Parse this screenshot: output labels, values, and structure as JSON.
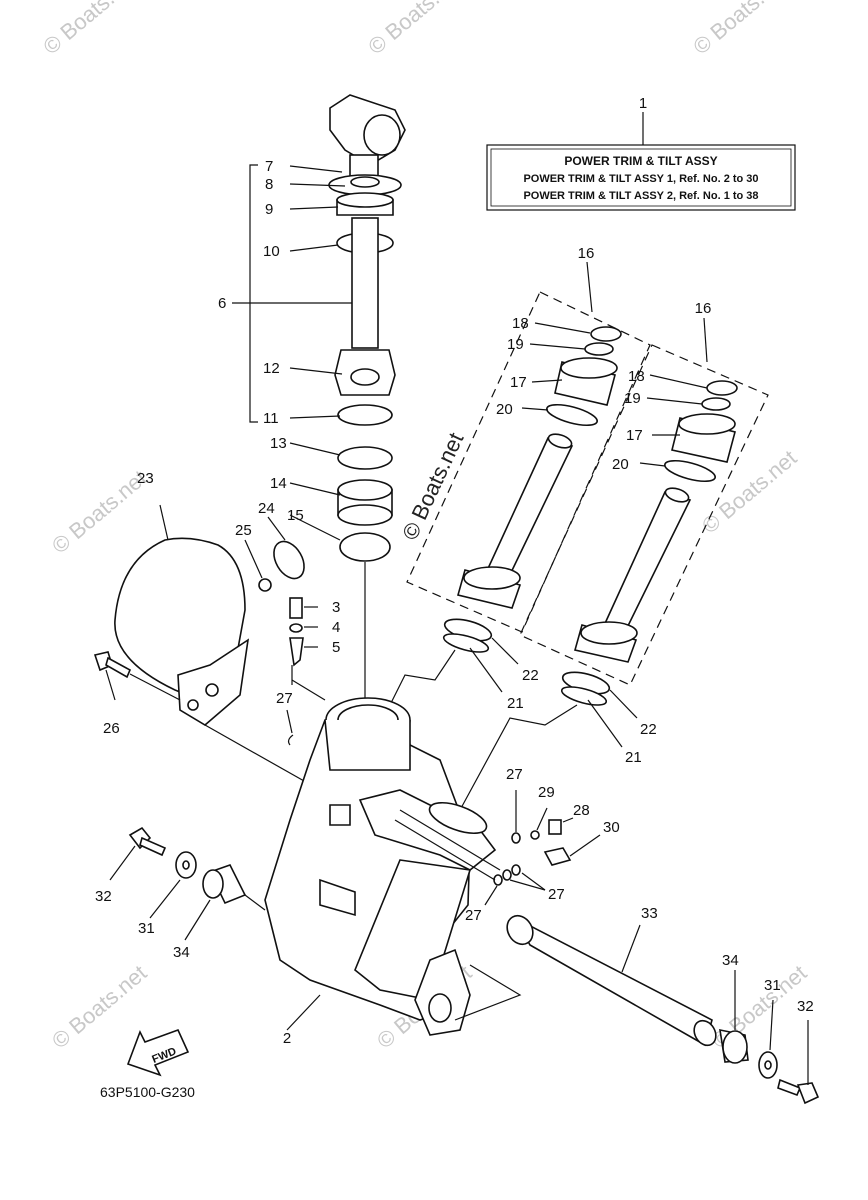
{
  "legend": {
    "ref": "1",
    "title": "POWER TRIM & TILT ASSY",
    "rows": [
      "POWER TRIM & TILT ASSY 1,  Ref. No. 2 to 30",
      "POWER TRIM & TILT ASSY 2,  Ref. No. 1 to 38"
    ]
  },
  "diagram_code": "63P5100-G230",
  "fwd_label": "FWD",
  "watermark": "© Boats.net",
  "callouts": [
    "1",
    "2",
    "3",
    "4",
    "5",
    "6",
    "7",
    "8",
    "9",
    "10",
    "11",
    "12",
    "13",
    "14",
    "15",
    "16",
    "16",
    "17",
    "17",
    "18",
    "18",
    "19",
    "19",
    "20",
    "20",
    "21",
    "21",
    "22",
    "22",
    "23",
    "24",
    "25",
    "26",
    "27",
    "27",
    "27",
    "27",
    "28",
    "29",
    "30",
    "31",
    "31",
    "32",
    "32",
    "33",
    "34",
    "34"
  ]
}
